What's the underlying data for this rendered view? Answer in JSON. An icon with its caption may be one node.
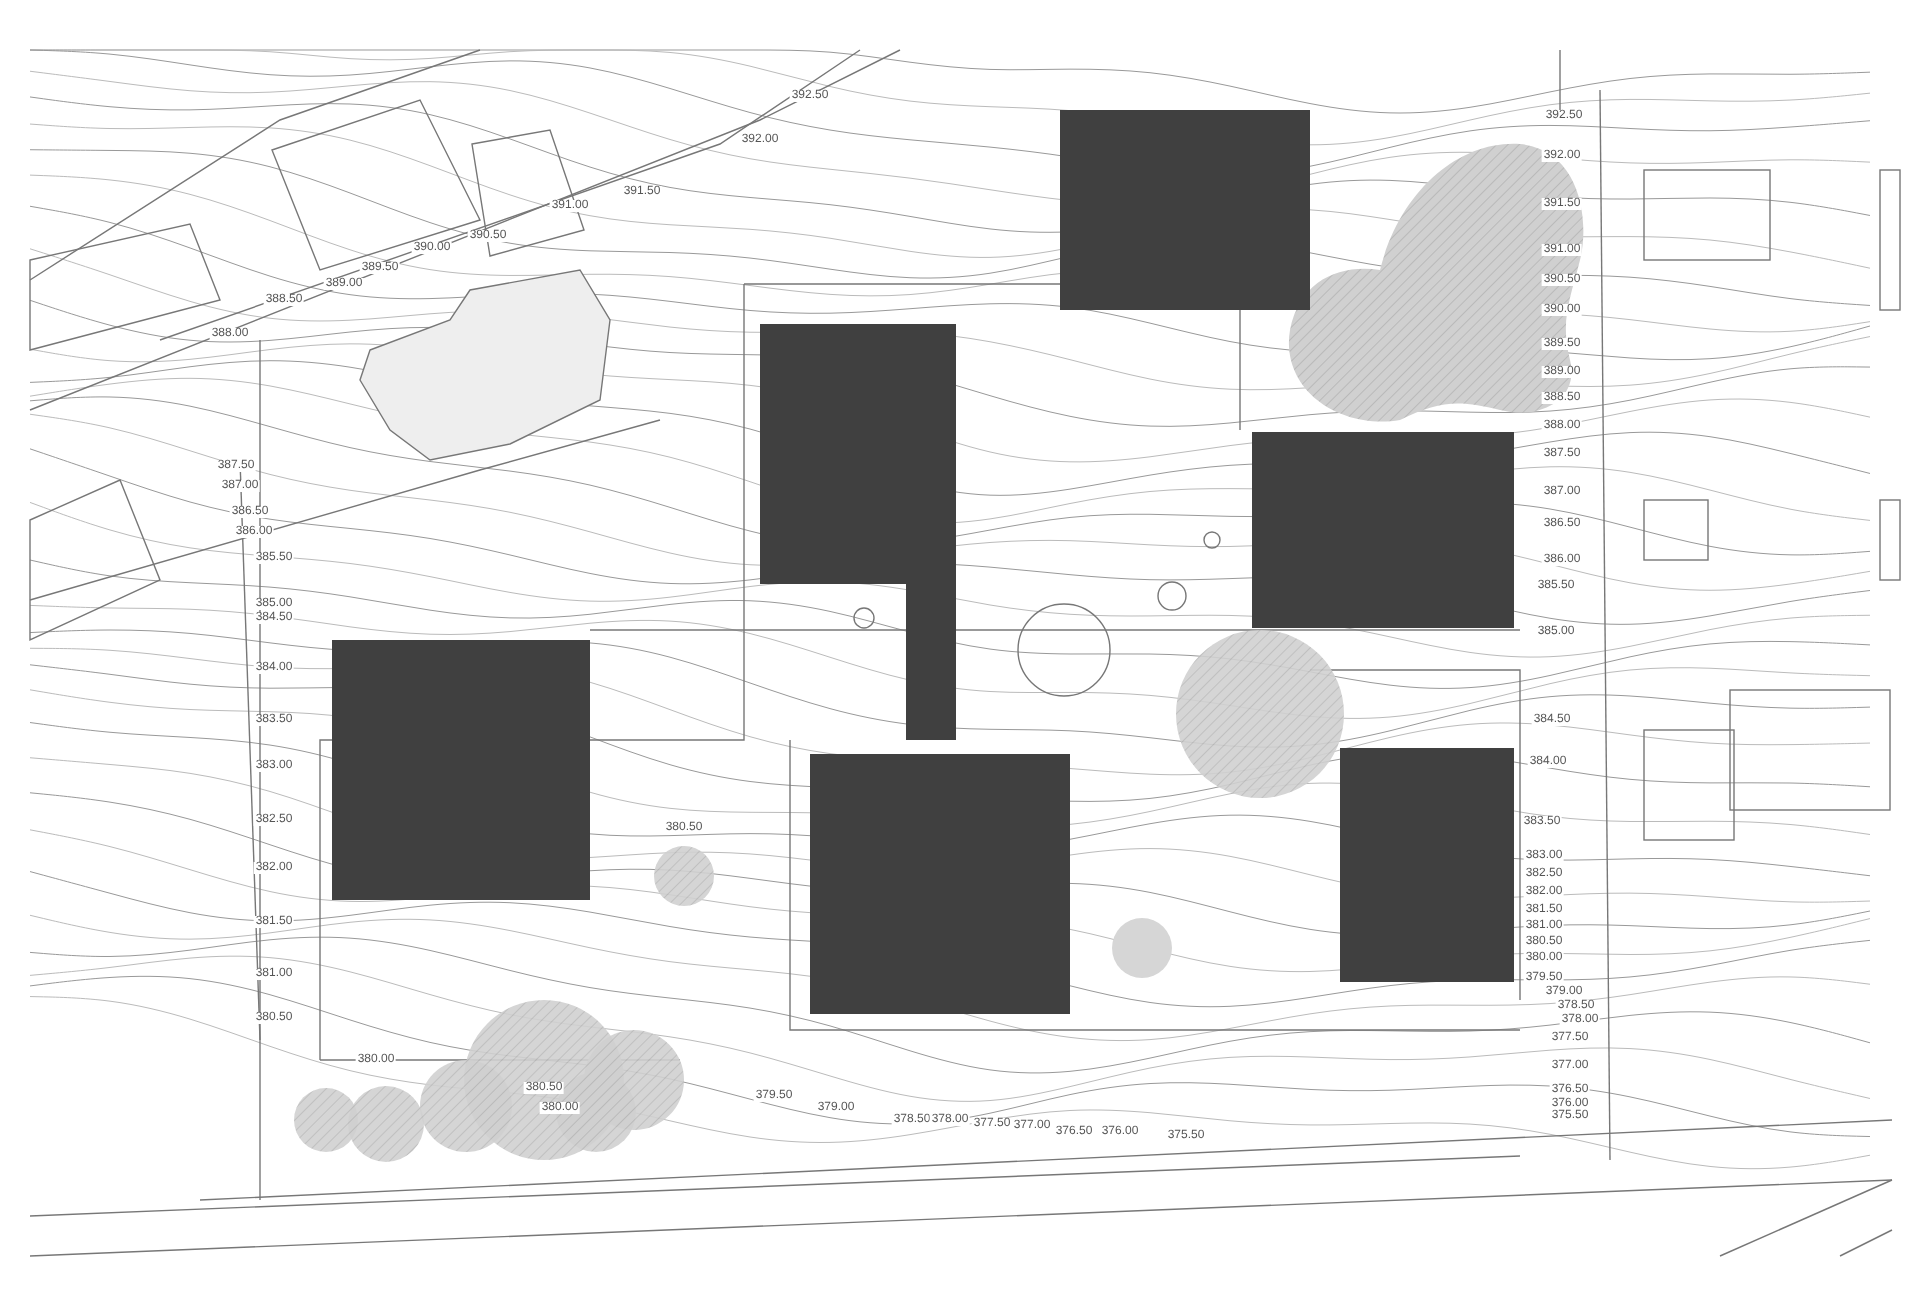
{
  "diagram": {
    "labels": [
      "392.50",
      "392.00",
      "391.50",
      "391.00",
      "390.50",
      "390.00",
      "389.50",
      "389.00",
      "388.50",
      "388.00",
      "392.50",
      "392.00",
      "391.50",
      "391.00",
      "390.50",
      "390.00",
      "389.50",
      "389.00",
      "388.50",
      "388.00",
      "387.50",
      "387.50",
      "387.00",
      "386.50",
      "386.00",
      "385.50",
      "385.00",
      "384.50",
      "384.00",
      "383.50",
      "383.00",
      "382.50",
      "382.00",
      "381.50",
      "381.00",
      "380.50",
      "387.00",
      "386.50",
      "386.00",
      "385.50",
      "385.00",
      "384.50",
      "384.00",
      "383.50",
      "383.00",
      "382.50",
      "382.00",
      "381.50",
      "381.00",
      "380.50",
      "380.00",
      "379.50",
      "379.00",
      "378.50",
      "378.00",
      "377.50",
      "377.00",
      "376.50",
      "376.00",
      "375.50",
      "380.50",
      "380.00",
      "380.50",
      "380.00",
      "379.50",
      "379.00",
      "378.50",
      "378.00",
      "377.50",
      "377.00",
      "376.50",
      "376.00",
      "375.50"
    ]
  }
}
